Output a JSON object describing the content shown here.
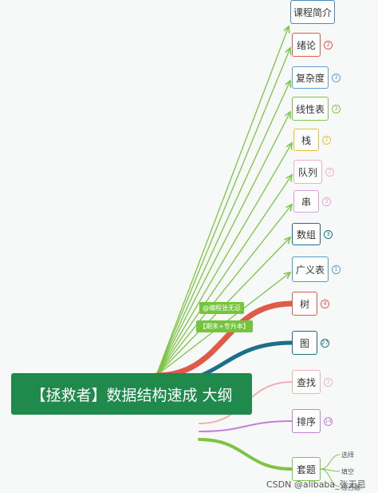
{
  "root": {
    "label": "【拯救者】数据结构速成  大纲"
  },
  "tags": [
    "@编程张无忌",
    "【期末+专升本】"
  ],
  "colors": {
    "root_bg": "#1f8a4c",
    "tag_bg": "#74c53c",
    "branch_green": "#7cc544"
  },
  "topics": [
    {
      "label": "课程简介",
      "count": "",
      "color": "#4a8bbd"
    },
    {
      "label": "绪论",
      "count": "2",
      "color": "#e05a4a"
    },
    {
      "label": "复杂度",
      "count": "3",
      "color": "#5aa0d8"
    },
    {
      "label": "线性表",
      "count": "3",
      "color": "#7cc544"
    },
    {
      "label": "栈",
      "count": "2",
      "color": "#e8c030"
    },
    {
      "label": "队列",
      "count": "2",
      "color": "#f0b0c0"
    },
    {
      "label": "串",
      "count": "3",
      "color": "#d9a0e0"
    },
    {
      "label": "数组",
      "count": "3",
      "color": "#1a6f8a"
    },
    {
      "label": "广义表",
      "count": "1",
      "color": "#4aa0c8"
    },
    {
      "label": "树",
      "count": "4",
      "color": "#e05a4a"
    },
    {
      "label": "图",
      "count": "27",
      "color": "#1a6f8a"
    },
    {
      "label": "查找",
      "count": "3",
      "color": "#f0b0b0"
    },
    {
      "label": "排序",
      "count": "14",
      "color": "#c77ddc"
    },
    {
      "label": "套题",
      "count": "",
      "color": "#7cc544"
    }
  ],
  "leaves": [
    "选择",
    "填空",
    "综合题"
  ],
  "watermark": "CSDN @alibaba_张无忌"
}
